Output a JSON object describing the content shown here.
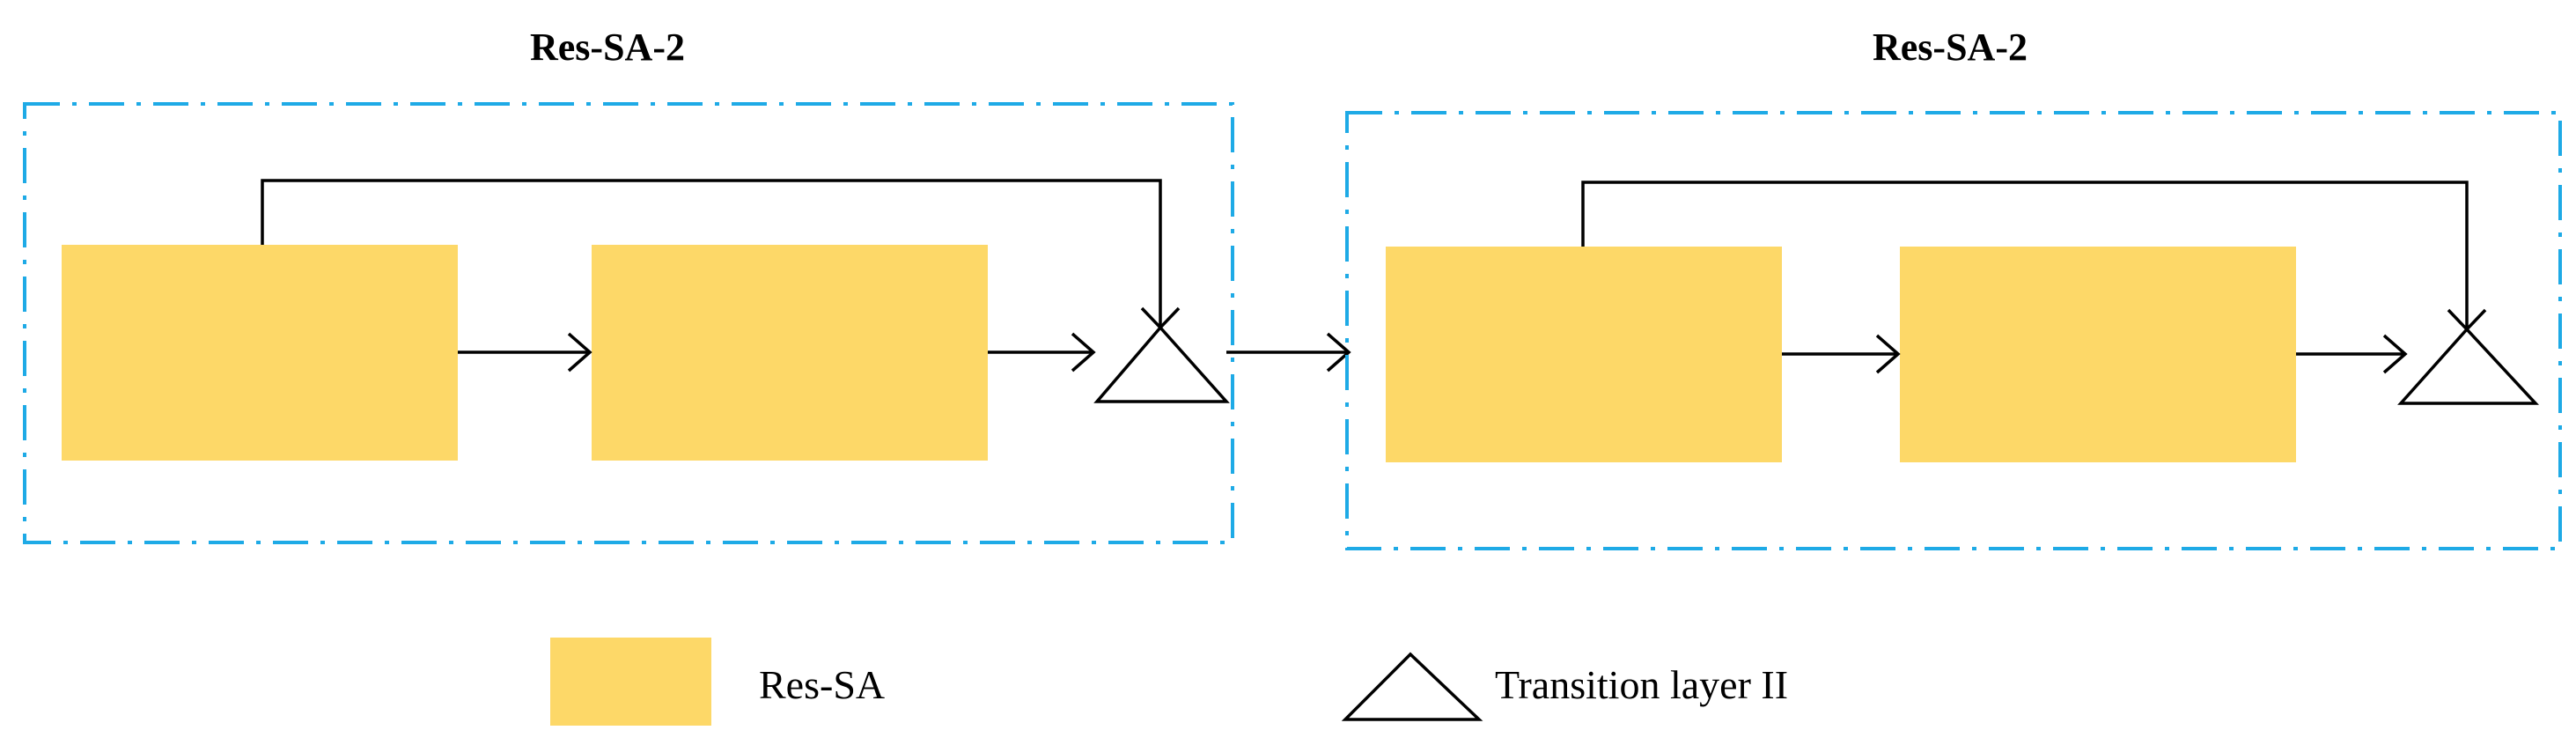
{
  "colors": {
    "block_fill": "#FDD868",
    "group_border": "#1EAAE6",
    "line": "#000000"
  },
  "groups": [
    {
      "title": "Res-SA-2"
    },
    {
      "title": "Res-SA-2"
    }
  ],
  "legend": {
    "block_label": "Res-SA",
    "block_icon": "yellow-rectangle",
    "transition_label": "Transition layer II",
    "transition_icon": "triangle"
  }
}
